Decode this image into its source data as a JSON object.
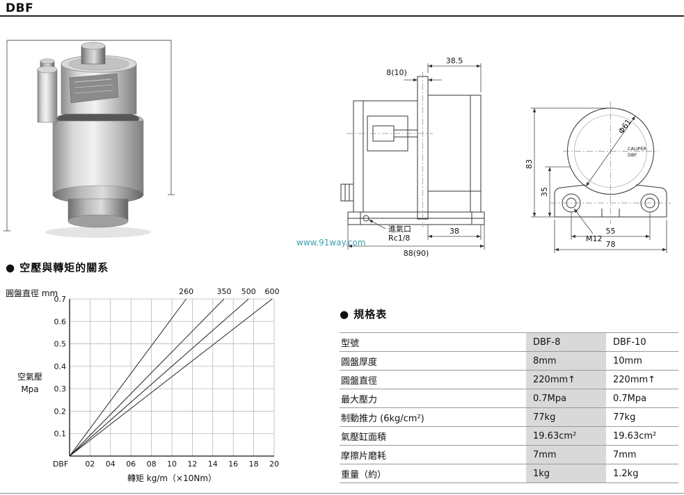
{
  "page": {
    "title": "DBF",
    "watermark": "www.91way.com"
  },
  "colors": {
    "table_highlight_bg": "#d9d9d9",
    "watermark": "#3a9fae"
  },
  "sections": {
    "chart_title": "● 空壓與轉矩的關系",
    "table_title": "● 規格表"
  },
  "chart_data": {
    "type": "line",
    "title": "空壓與轉矩的關系",
    "xlabel": "轉矩 kg/m（×10Nm）",
    "ylabel": "空氣壓 Mpa",
    "ylabel_lines": [
      "空氣壓",
      "Mpa"
    ],
    "top_axis_label": "圓盤直徑 mm",
    "origin_label": "DBF",
    "xlim": [
      0,
      20
    ],
    "ylim": [
      0,
      0.7
    ],
    "x_ticks": [
      "02",
      "04",
      "06",
      "08",
      "10",
      "12",
      "14",
      "16",
      "18",
      "20"
    ],
    "x_tick_values": [
      2,
      4,
      6,
      8,
      10,
      12,
      14,
      16,
      18,
      20
    ],
    "y_ticks": [
      "0.1",
      "0.2",
      "0.3",
      "0.4",
      "0.5",
      "0.6",
      "0.7"
    ],
    "y_tick_values": [
      0.1,
      0.2,
      0.3,
      0.4,
      0.5,
      0.6,
      0.7
    ],
    "grid": true,
    "legend_position": "top-axis",
    "series": [
      {
        "name": "260",
        "disc_diameter_mm": 260,
        "points": [
          [
            0,
            0
          ],
          [
            11.4,
            0.7
          ]
        ]
      },
      {
        "name": "350",
        "disc_diameter_mm": 350,
        "points": [
          [
            0,
            0
          ],
          [
            15.1,
            0.7
          ]
        ]
      },
      {
        "name": "500",
        "disc_diameter_mm": 500,
        "points": [
          [
            0,
            0
          ],
          [
            17.5,
            0.7
          ]
        ]
      },
      {
        "name": "600",
        "disc_diameter_mm": 600,
        "points": [
          [
            0,
            0
          ],
          [
            19.8,
            0.7
          ]
        ]
      }
    ]
  },
  "drawings": {
    "side_view": {
      "dim_top_width": "38.5",
      "dim_disc_thickness": "8(10)",
      "inlet_label_line1": "進氣口",
      "inlet_label_line2": "Rc1/8",
      "dim_right_width": "38",
      "dim_total_width": "88(90)"
    },
    "front_view": {
      "dim_diameter": "Φ61",
      "engraving_line1": "CALIPER",
      "engraving_line2": "DBF",
      "dim_height": "83",
      "dim_hole_height": "35",
      "thread_label": "M12",
      "dim_hole_spacing": "55",
      "dim_base_width": "78"
    }
  },
  "spec_table": {
    "headers": [
      "型號",
      "DBF-8",
      "DBF-10"
    ],
    "rows": [
      {
        "label": "圓盤厚度",
        "dbf8": "8mm",
        "dbf10": "10mm"
      },
      {
        "label": "圓盤直徑",
        "dbf8": "220mm↑",
        "dbf10": "220mm↑"
      },
      {
        "label": "最大壓力",
        "dbf8": "0.7Mpa",
        "dbf10": "0.7Mpa"
      },
      {
        "label": "制動推力 (6kg/cm²)",
        "dbf8": "77kg",
        "dbf10": "77kg"
      },
      {
        "label": "氣壓缸面積",
        "dbf8": "19.63cm²",
        "dbf10": "19.63cm²"
      },
      {
        "label": "摩擦片磨耗",
        "dbf8": "7mm",
        "dbf10": "7mm"
      },
      {
        "label": "重量（約）",
        "dbf8": "1kg",
        "dbf10": "1.2kg"
      }
    ]
  }
}
